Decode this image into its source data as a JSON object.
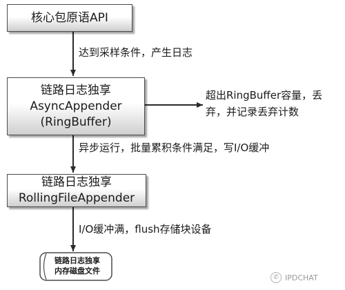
{
  "nodes": {
    "core_api": "核心包原语API",
    "async_appender": [
      "链路日志独享",
      "AsyncAppender",
      "(RingBuffer)"
    ],
    "rolling_appender": [
      "链路日志独享",
      "RollingFileAppender"
    ],
    "disk_file": [
      "链路日志独享",
      "内存磁盘文件"
    ]
  },
  "edges": {
    "sampling": "达到采样条件，产生日志",
    "async_write": "异步运行，批量累积条件满足，写I/O缓冲",
    "flush": "I/O缓冲满，flush存储块设备"
  },
  "side_note": [
    "超出RingBuffer容量，丢",
    "弃，并记录丢弃计数"
  ],
  "watermark": {
    "icon": "wechat-icon",
    "text": "IPDCHAT"
  }
}
